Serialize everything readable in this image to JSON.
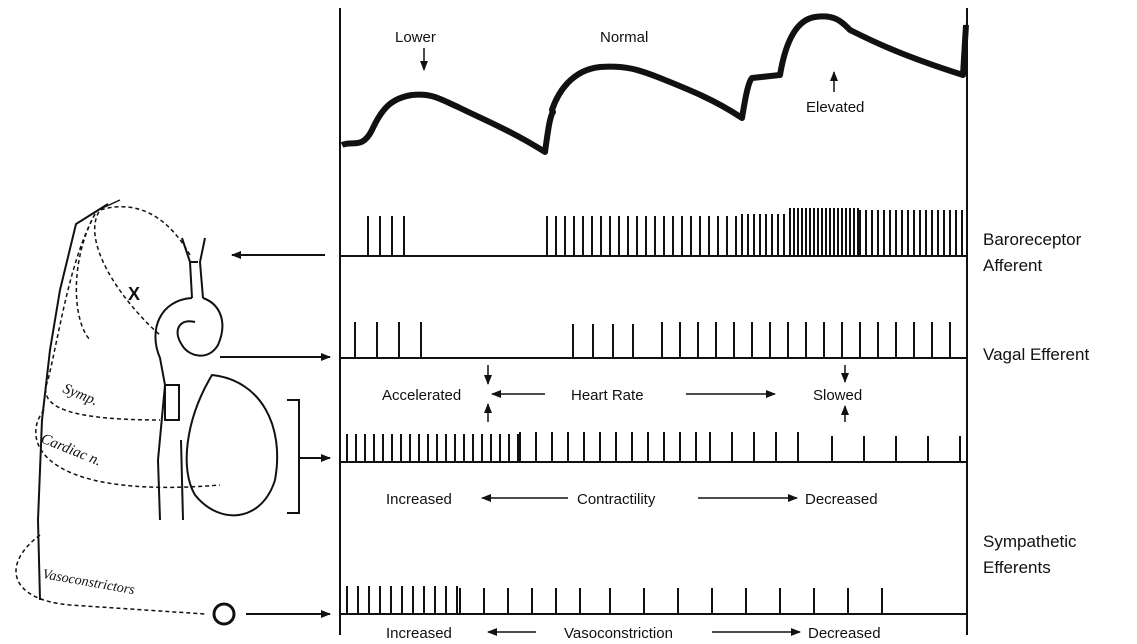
{
  "pressure": {
    "lower": "Lower",
    "normal": "Normal",
    "elevated": "Elevated"
  },
  "traces": {
    "baroreceptor_line1": "Baroreceptor",
    "baroreceptor_line2": "Afferent",
    "vagal": "Vagal Efferent",
    "sympathetic_line1": "Sympathetic",
    "sympathetic_line2": "Efferents"
  },
  "effects": {
    "heart_rate": {
      "left": "Accelerated",
      "center": "Heart  Rate",
      "right": "Slowed"
    },
    "contractility": {
      "left": "Increased",
      "center": "Contractility",
      "right": "Decreased"
    },
    "vasoconstriction": {
      "left": "Increased",
      "center": "Vasoconstriction",
      "right": "Decreased"
    }
  },
  "anatomy": {
    "x_mark": "X",
    "symp": "Symp.",
    "cardiac": "Cardiac n.",
    "vasoconstrictors": "Vasoconstrictors"
  }
}
